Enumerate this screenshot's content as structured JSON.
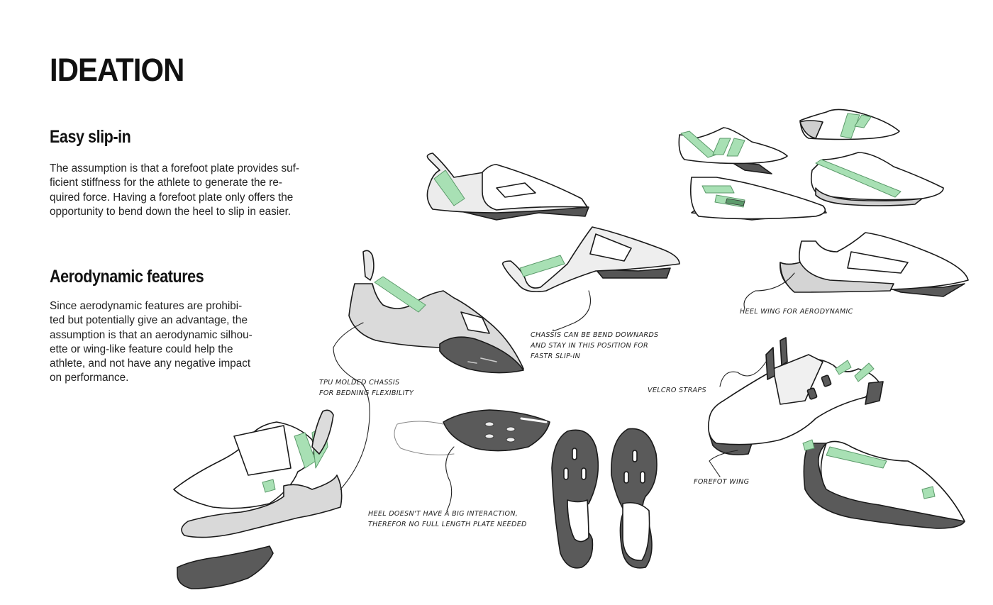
{
  "page": {
    "title": "IDEATION"
  },
  "sections": [
    {
      "heading": "Easy slip-in",
      "body": "The assumption is that a forefoot plate provides suf-ficient stiffness for the athlete to generate the re-quired force. Having a forefoot plate only offers the opportunity to bend down the heel to slip in easier.",
      "lines": [
        "The assumption is that a forefoot plate provides suf-",
        "ficient stiffness for the athlete to generate the re-",
        "quired force. Having a forefoot plate only offers the",
        "opportunity to bend down the heel to slip in easier."
      ]
    },
    {
      "heading": "Aerodynamic features",
      "body": "Since aerodynamic features are prohibi-ted but potentially give an advantage, the assumption is that an aerodynamic silhou-ette or wing-like feature could help the athlete, and not have any negative impact on performance.",
      "lines": [
        "Since aerodynamic features are prohibi-",
        "ted but potentially give an advantage, the",
        "assumption is that an aerodynamic silhou-",
        "ette or wing-like feature could help the",
        "athlete, and not have any negative impact",
        "on performance."
      ]
    }
  ],
  "annotations": [
    {
      "id": "chassis-bend",
      "lines": [
        "CHASSIS CAN BE BEND DOWNARDS",
        "AND STAY IN THIS POSITION FOR",
        "FASTR SLIP-IN"
      ]
    },
    {
      "id": "tpu-chassis",
      "lines": [
        "TPU MOLDED CHASSIS",
        "FOR BEDNING FLEXIBILITY"
      ]
    },
    {
      "id": "heel-plate",
      "lines": [
        "HEEL DOESN'T HAVE A BIG INTERACTION,",
        "THEREFOR NO FULL LENGTH PLATE NEEDED"
      ]
    },
    {
      "id": "heel-wing",
      "lines": [
        "HEEL WING FOR AERODYNAMIC"
      ]
    },
    {
      "id": "velcro",
      "lines": [
        "VELCRO STRAPS"
      ]
    },
    {
      "id": "forefoot-wing",
      "lines": [
        "FOREFOT WING"
      ]
    }
  ],
  "colors": {
    "accent_green": "#a8e0b4",
    "sole_dark": "#5a5a5a",
    "chassis_light": "#d9d9d9",
    "outline": "#1a1a1a"
  }
}
